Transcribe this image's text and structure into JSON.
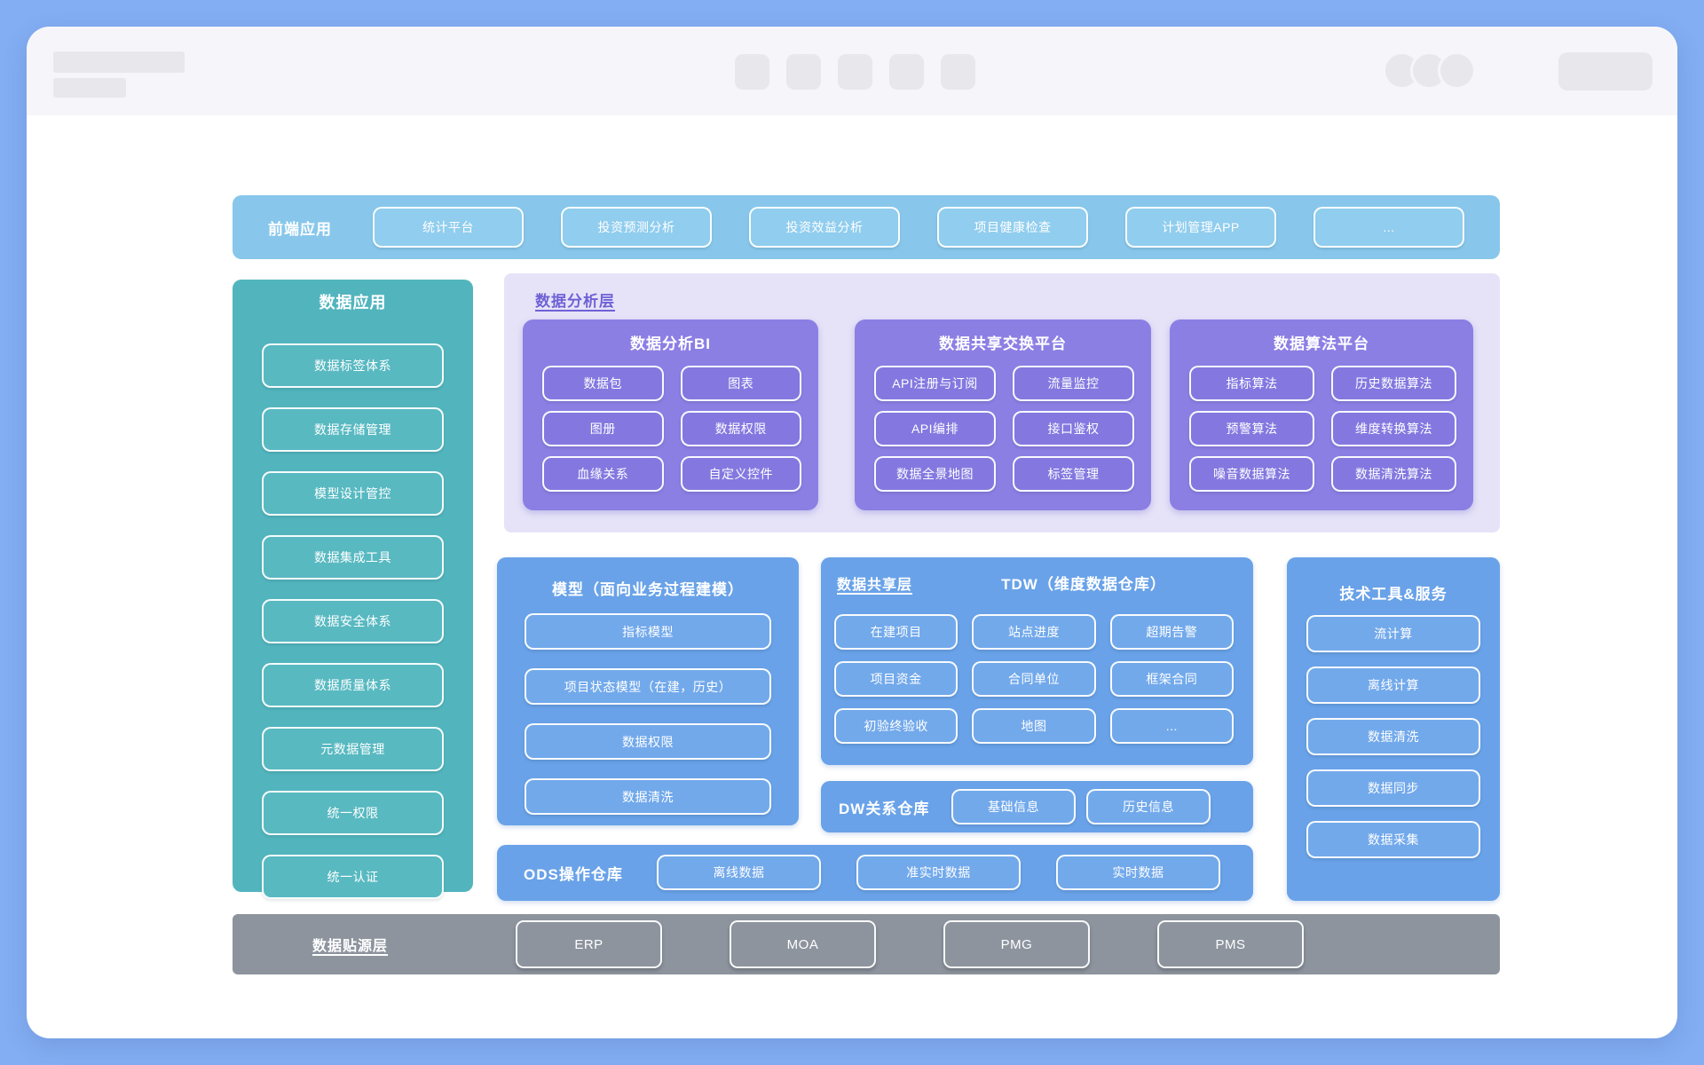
{
  "colors": {
    "page-bg": "#84aef3",
    "window-bg": "#ffffff",
    "chrome-bg": "#f6f6fa",
    "placeholder": "#e8e8ec",
    "frontend-bar": "#88c7eb",
    "frontend-pill": "#90cdee",
    "teal-panel": "#52b5be",
    "teal-pill": "#58b9c1",
    "analysis-bg": "#e6e3f8",
    "analysis-label": "#6e61d5",
    "platform-bg": "#8b7fe4",
    "platform-pill": "#8478e0",
    "blue-panel": "#69a2e8",
    "blue-pill": "#72a9eb",
    "gray-bar": "#8d949e",
    "gray-pill": "#8d949e",
    "text-light": "#ffffff"
  },
  "diagram": {
    "frontend": {
      "label": "前端应用",
      "items": [
        "统计平台",
        "投资预测分析",
        "投资效益分析",
        "项目健康检查",
        "计划管理APP",
        "..."
      ]
    },
    "data_application": {
      "title": "数据应用",
      "items": [
        "数据标签体系",
        "数据存储管理",
        "模型设计管控",
        "数据集成工具",
        "数据安全体系",
        "数据质量体系",
        "元数据管理",
        "统一权限",
        "统一认证"
      ]
    },
    "analysis_layer": {
      "label": "数据分析层",
      "platforms": [
        {
          "title": "数据分析BI",
          "items": [
            "数据包",
            "图表",
            "图册",
            "数据权限",
            "血缘关系",
            "自定义控件"
          ]
        },
        {
          "title": "数据共享交换平台",
          "items": [
            "API注册与订阅",
            "流量监控",
            "API编排",
            "接口鉴权",
            "数据全景地图",
            "标签管理"
          ]
        },
        {
          "title": "数据算法平台",
          "items": [
            "指标算法",
            "历史数据算法",
            "预警算法",
            "维度转换算法",
            "噪音数据算法",
            "数据清洗算法"
          ]
        }
      ]
    },
    "model": {
      "title": "模型（面向业务过程建模）",
      "items": [
        "指标模型",
        "项目状态模型（在建，历史）",
        "数据权限",
        "数据清洗"
      ]
    },
    "share_layer": {
      "label": "数据共享层",
      "tdw_title": "TDW（维度数据仓库）",
      "items": [
        "在建项目",
        "站点进度",
        "超期告警",
        "项目资金",
        "合同单位",
        "框架合同",
        "初验终验收",
        "地图",
        "..."
      ]
    },
    "dw": {
      "label": "DW关系仓库",
      "items": [
        "基础信息",
        "历史信息"
      ]
    },
    "ods": {
      "label": "ODS操作仓库",
      "items": [
        "离线数据",
        "准实时数据",
        "实时数据"
      ]
    },
    "tech": {
      "title": "技术工具&服务",
      "items": [
        "流计算",
        "离线计算",
        "数据清洗",
        "数据同步",
        "数据采集"
      ]
    },
    "source_layer": {
      "label": "数据贴源层",
      "items": [
        "ERP",
        "MOA",
        "PMG",
        "PMS"
      ]
    }
  }
}
